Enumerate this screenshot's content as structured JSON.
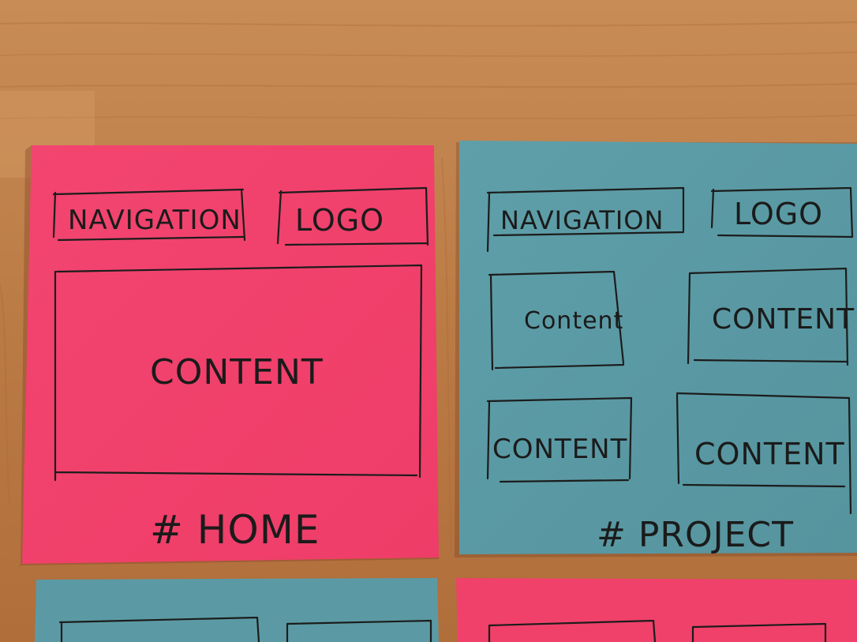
{
  "palette": {
    "wood_light": "#c98a52",
    "wood_dark": "#a8683a",
    "note_pink": "#f0416b",
    "note_blue": "#5a9aa4",
    "ink": "#1c1c1c"
  },
  "notes": {
    "home": {
      "color": "note_pink",
      "navigation": "NAVIGATION",
      "logo": "LOGO",
      "content": "CONTENT",
      "caption": "# HOME"
    },
    "project": {
      "color": "note_blue",
      "navigation": "NAVIGATION",
      "logo": "LOGO",
      "content_1": "Content",
      "content_2": "CONTENT",
      "content_3": "CONTENT",
      "content_4": "CONTENT",
      "caption": "# PROJECT"
    }
  }
}
